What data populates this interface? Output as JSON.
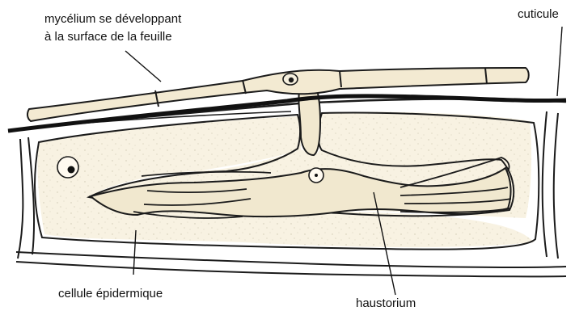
{
  "labels": {
    "mycelium_line1": "mycélium se développant",
    "mycelium_line2": "à la surface de la feuille",
    "cuticle": "cuticule",
    "epidermal_cell": "cellule épidermique",
    "haustorium": "haustorium"
  },
  "colors": {
    "line": "#1b1b1b",
    "fill": "#f6efdc",
    "speckle": "#bdb69f",
    "background": "#ffffff"
  }
}
